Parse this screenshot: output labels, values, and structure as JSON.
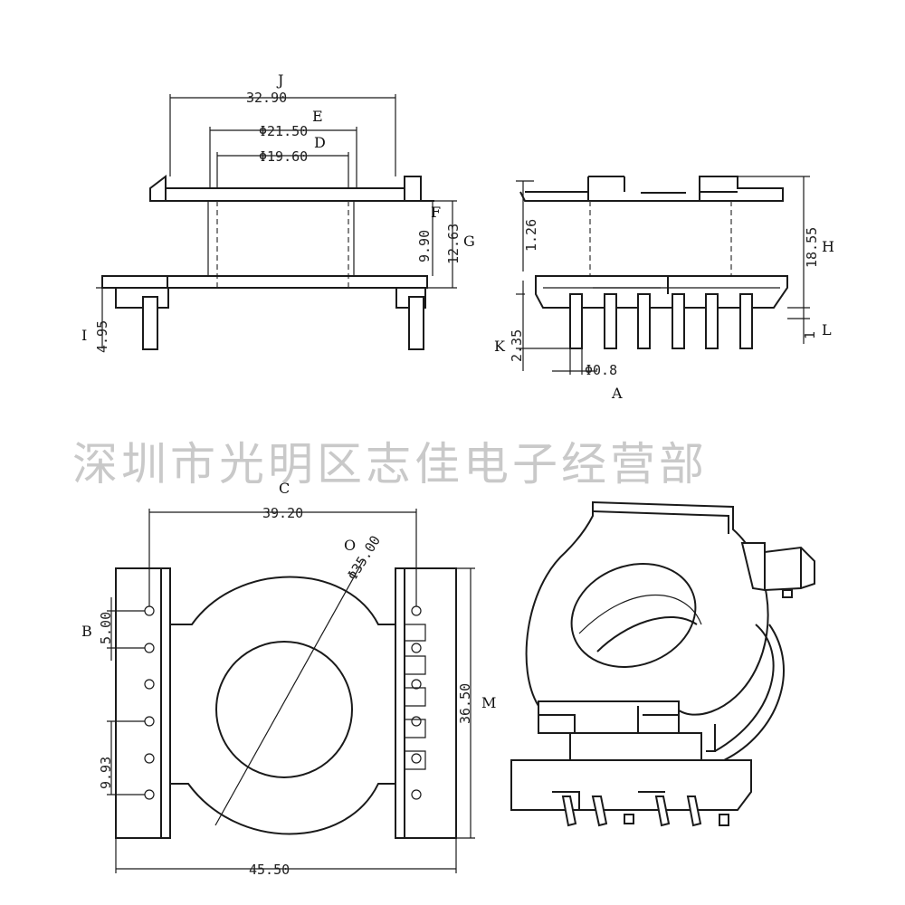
{
  "watermark": "深圳市光明区志佳电子经营部",
  "dimensions": {
    "J": "32.90",
    "E": "Φ21.50",
    "D": "Φ19.60",
    "F": "9.90",
    "G": "12.63",
    "I": "4.95",
    "H": "18.55",
    "Hs": "1.26",
    "K": "2.35",
    "A": "Φ0.8",
    "L": "1",
    "C": "39.20",
    "O": "Φ35.00",
    "B": "5.00",
    "B2": "9.93",
    "M": "36.50",
    "N": "45.50"
  },
  "labels": {
    "J": "J",
    "E": "E",
    "D": "D",
    "F": "F",
    "G": "G",
    "I": "I",
    "H": "H",
    "K": "K",
    "A": "A",
    "L": "L",
    "C": "C",
    "O": "O",
    "B": "B",
    "M": "M"
  }
}
